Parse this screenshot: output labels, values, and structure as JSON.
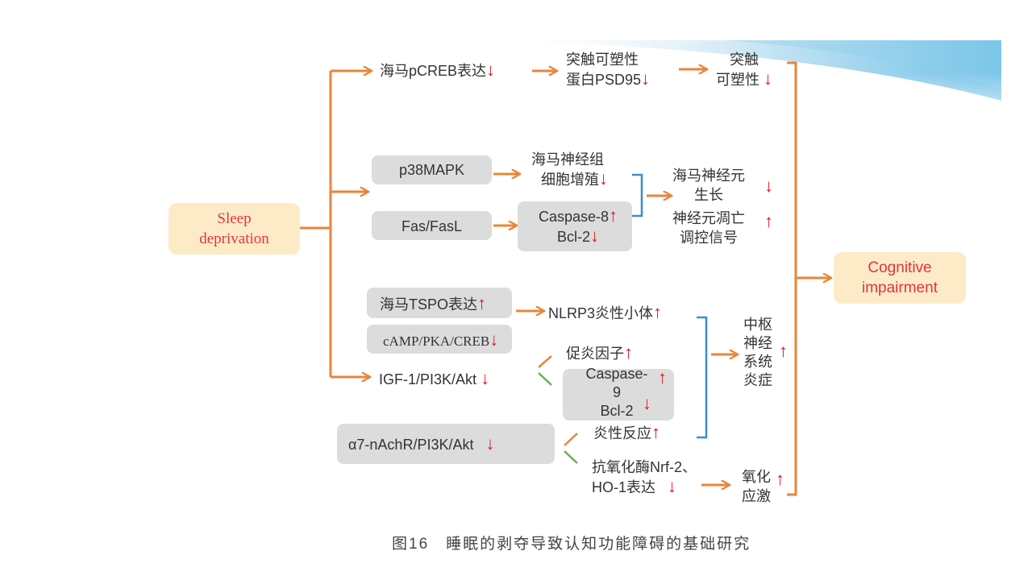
{
  "diagram": {
    "source": "Sleep deprivation",
    "target": [
      "Cognitive",
      "impairment"
    ],
    "source_lines": [
      "Sleep",
      "deprivation"
    ],
    "top_path": {
      "n1": "海马pCREB表达",
      "n2": [
        "突触可塑性",
        "蛋白PSD95"
      ],
      "n3": [
        "突触",
        "可塑性"
      ]
    },
    "middle_path": {
      "p38": "p38MAPK",
      "fas": "Fas/FasL",
      "prolif": [
        "海马神经组",
        "细胞增殖"
      ],
      "casp8": [
        "Caspase-8",
        "Bcl-2"
      ],
      "growth": [
        "海马神经元",
        "生长"
      ],
      "apoptosis": [
        "神经元凋亡",
        "调控信号"
      ]
    },
    "bottom_path": {
      "tspo": "海马TSPO表达",
      "camp": "cAMP/PKA/CREB",
      "igf": "IGF-1/PI3K/Akt",
      "a7": "α7-nAchR/PI3K/Akt",
      "nlrp3": "NLRP3炎性小体",
      "proinf": "促炎因子",
      "casp9": [
        "Caspase-",
        "9",
        "Bcl-2"
      ],
      "inflam": "炎性反应",
      "antiox": [
        "抗氧化酶Nrf-2、",
        "HO-1表达"
      ],
      "cns": [
        "中枢",
        "神经",
        "系统",
        "炎症"
      ],
      "oxstress": [
        "氧化",
        "应激"
      ]
    },
    "arrows": {
      "up": "↑",
      "down": "↓"
    }
  },
  "caption": "图16　睡眠的剥夺导致认知功能障碍的基础研究",
  "colors": {
    "orange": "#e8863a",
    "blue": "#3a8fd0",
    "green": "#6cb24a",
    "red": "#e8141e",
    "box_gray": "#dcdcdc",
    "box_yellow": "#fdebc8"
  }
}
